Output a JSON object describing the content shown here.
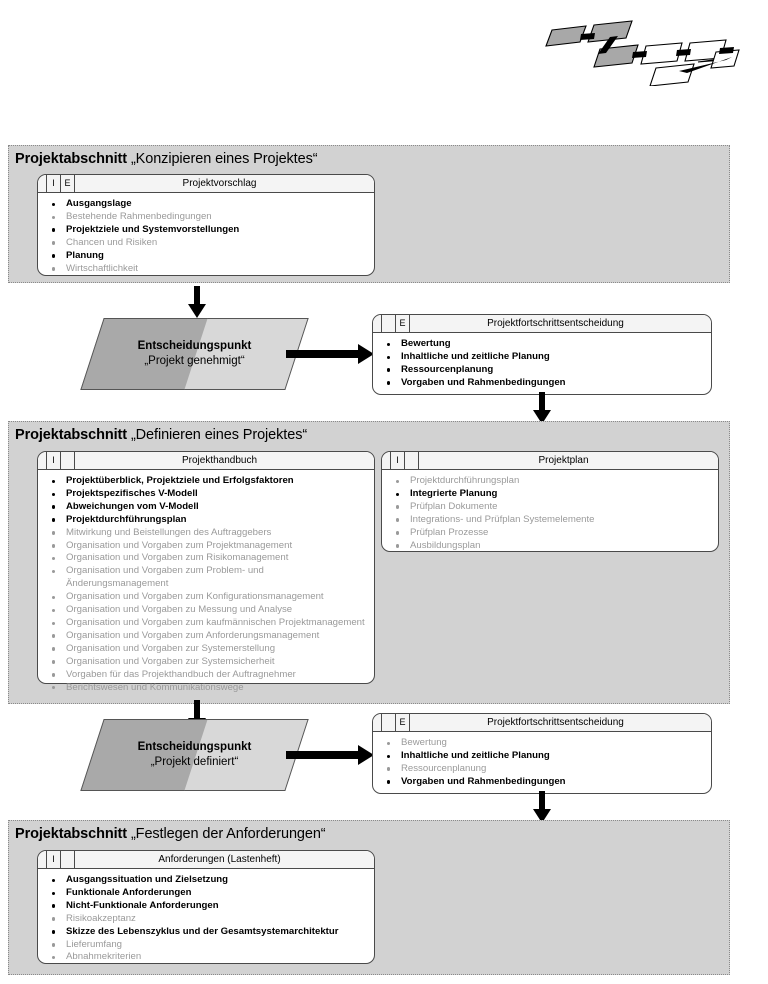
{
  "logo": {
    "name": "v-modell-xt-logo",
    "shaded_blocks": 3,
    "open_blocks": 4
  },
  "phases": [
    {
      "id": "konzipieren",
      "title_strong": "Projektabschnitt",
      "title_quoted": "„Konzipieren eines Projektes“",
      "documents": [
        {
          "name": "projektvorschlag",
          "tabs": [
            "I",
            "E"
          ],
          "title": "Projektvorschlag",
          "items": [
            {
              "text": "Ausgangslage",
              "active": true
            },
            {
              "text": "Bestehende Rahmenbedingungen",
              "active": false
            },
            {
              "text": "Projektziele und Systemvorstellungen",
              "active": true
            },
            {
              "text": "Chancen und Risiken",
              "active": false
            },
            {
              "text": "Planung",
              "active": true
            },
            {
              "text": "Wirtschaftlichkeit",
              "active": false
            }
          ]
        }
      ]
    },
    {
      "id": "definieren",
      "title_strong": "Projektabschnitt",
      "title_quoted": "„Definieren eines Projektes“",
      "documents": [
        {
          "name": "projekthandbuch",
          "tabs": [
            "I",
            ""
          ],
          "title": "Projekthandbuch",
          "items": [
            {
              "text": "Projektüberblick, Projektziele und Erfolgsfaktoren",
              "active": true
            },
            {
              "text": "Projektspezifisches V-Modell",
              "active": true
            },
            {
              "text": "Abweichungen vom V-Modell",
              "active": true
            },
            {
              "text": "Projektdurchführungsplan",
              "active": true
            },
            {
              "text": "Mitwirkung und Beistellungen des Auftraggebers",
              "active": false
            },
            {
              "text": "Organisation und Vorgaben zum Projektmanagement",
              "active": false
            },
            {
              "text": "Organisation und Vorgaben zum Risikomanagement",
              "active": false
            },
            {
              "text": "Organisation und Vorgaben zum Problem- und",
              "active": false
            },
            {
              "text": "Änderungsmanagement",
              "active": false,
              "continuation": true
            },
            {
              "text": "Organisation und Vorgaben zum Konfigurationsmanagement",
              "active": false
            },
            {
              "text": "Organisation und Vorgaben zu Messung und Analyse",
              "active": false
            },
            {
              "text": "Organisation und Vorgaben zum kaufmännischen Projektmanagement",
              "active": false
            },
            {
              "text": "Organisation und Vorgaben zum Anforderungsmanagement",
              "active": false
            },
            {
              "text": "Organisation und Vorgaben zur Systemerstellung",
              "active": false
            },
            {
              "text": "Organisation und Vorgaben zur Systemsicherheit",
              "active": false
            },
            {
              "text": "Vorgaben für das Projekthandbuch der Auftragnehmer",
              "active": false
            },
            {
              "text": "Berichtswesen und Kommunikationswege",
              "active": false
            }
          ]
        },
        {
          "name": "projektplan",
          "tabs": [
            "I",
            ""
          ],
          "title": "Projektplan",
          "items": [
            {
              "text": "Projektdurchführungsplan",
              "active": false
            },
            {
              "text": "Integrierte Planung",
              "active": true
            },
            {
              "text": "Prüfplan Dokumente",
              "active": false
            },
            {
              "text": "Integrations- und Prüfplan Systemelemente",
              "active": false
            },
            {
              "text": "Prüfplan Prozesse",
              "active": false
            },
            {
              "text": "Ausbildungsplan",
              "active": false
            }
          ]
        }
      ]
    },
    {
      "id": "festlegen",
      "title_strong": "Projektabschnitt",
      "title_quoted": "„Festlegen der Anforderungen“",
      "documents": [
        {
          "name": "anforderungen-lastenheft",
          "tabs": [
            "I",
            ""
          ],
          "title": "Anforderungen (Lastenheft)",
          "items": [
            {
              "text": "Ausgangssituation und Zielsetzung",
              "active": true
            },
            {
              "text": "Funktionale Anforderungen",
              "active": true
            },
            {
              "text": "Nicht-Funktionale Anforderungen",
              "active": true
            },
            {
              "text": "Risikoakzeptanz",
              "active": false
            },
            {
              "text": "Skizze des Lebenszyklus und der Gesamtsystemarchitektur",
              "active": true
            },
            {
              "text": "Lieferumfang",
              "active": false
            },
            {
              "text": "Abnahmekriterien",
              "active": false
            }
          ]
        }
      ]
    }
  ],
  "decisions": [
    {
      "id": "projekt-genehmigt",
      "label_top": "Entscheidungspunkt",
      "label_bottom": "„Projekt genehmigt“",
      "document": {
        "name": "projektfortschrittsentscheidung-1",
        "tabs": [
          "",
          "E"
        ],
        "title": "Projektfortschrittsentscheidung",
        "items": [
          {
            "text": "Bewertung",
            "active": true
          },
          {
            "text": "Inhaltliche und zeitliche Planung",
            "active": true
          },
          {
            "text": "Ressourcenplanung",
            "active": true
          },
          {
            "text": "Vorgaben und Rahmenbedingungen",
            "active": true
          }
        ]
      }
    },
    {
      "id": "projekt-definiert",
      "label_top": "Entscheidungspunkt",
      "label_bottom": "„Projekt definiert“",
      "document": {
        "name": "projektfortschrittsentscheidung-2",
        "tabs": [
          "",
          "E"
        ],
        "title": "Projektfortschrittsentscheidung",
        "items": [
          {
            "text": "Bewertung",
            "active": false
          },
          {
            "text": "Inhaltliche und zeitliche Planung",
            "active": true
          },
          {
            "text": "Ressourcenplanung",
            "active": false
          },
          {
            "text": "Vorgaben und Rahmenbedingungen",
            "active": true
          }
        ]
      }
    }
  ],
  "colors": {
    "panel_background": "#d2d2d2",
    "decision_dark": "#a9a9a9",
    "decision_light": "#d8d8d8",
    "inactive_text": "#9a9a9a",
    "active_text": "#000000",
    "box_border": "#4a4a4a"
  }
}
